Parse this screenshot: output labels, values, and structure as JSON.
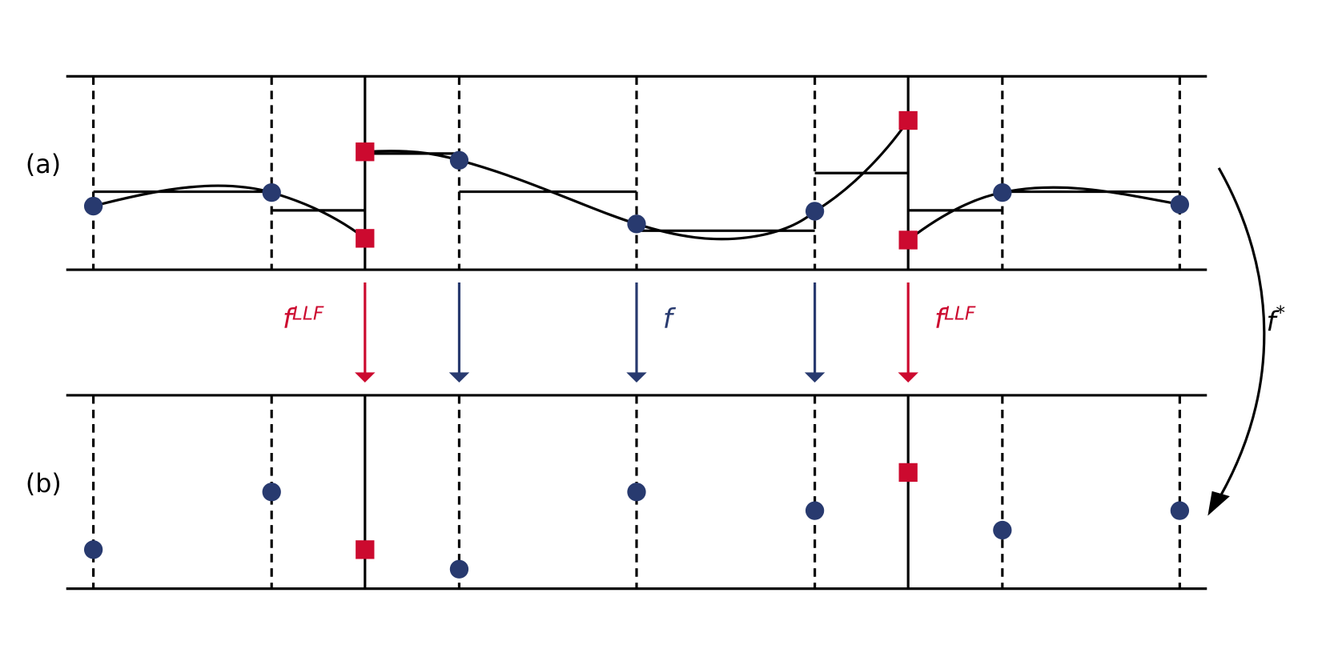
{
  "colors": {
    "red": "#cc0a2f",
    "blue": "#283a6f",
    "line": "#000000"
  },
  "panels": [
    {
      "id": "a",
      "label": "(a)"
    },
    {
      "id": "b",
      "label": "(b)"
    }
  ],
  "mappings": {
    "llf_left": {
      "base": "f",
      "sup": "LLF"
    },
    "f_center": {
      "base": "f"
    },
    "llf_right": {
      "base": "f",
      "sup": "LLF"
    },
    "f_star": {
      "base": "f",
      "sup": "*"
    }
  }
}
